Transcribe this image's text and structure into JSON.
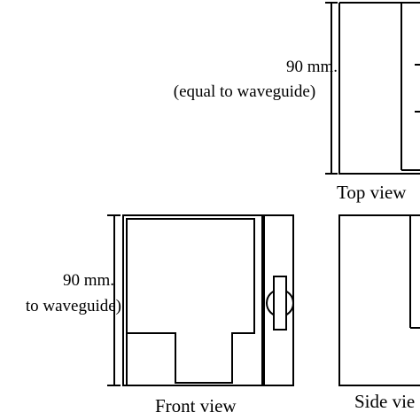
{
  "top_view": {
    "dimension_value": "90 mm.",
    "dimension_note": "(equal to waveguide)",
    "caption": "Top view"
  },
  "front_view": {
    "dimension_value": "90 mm.",
    "dimension_note": "to waveguide)",
    "caption": "Front view"
  },
  "side_view": {
    "caption": "Side vie"
  },
  "colors": {
    "stroke": "#000000",
    "background": "#ffffff"
  }
}
